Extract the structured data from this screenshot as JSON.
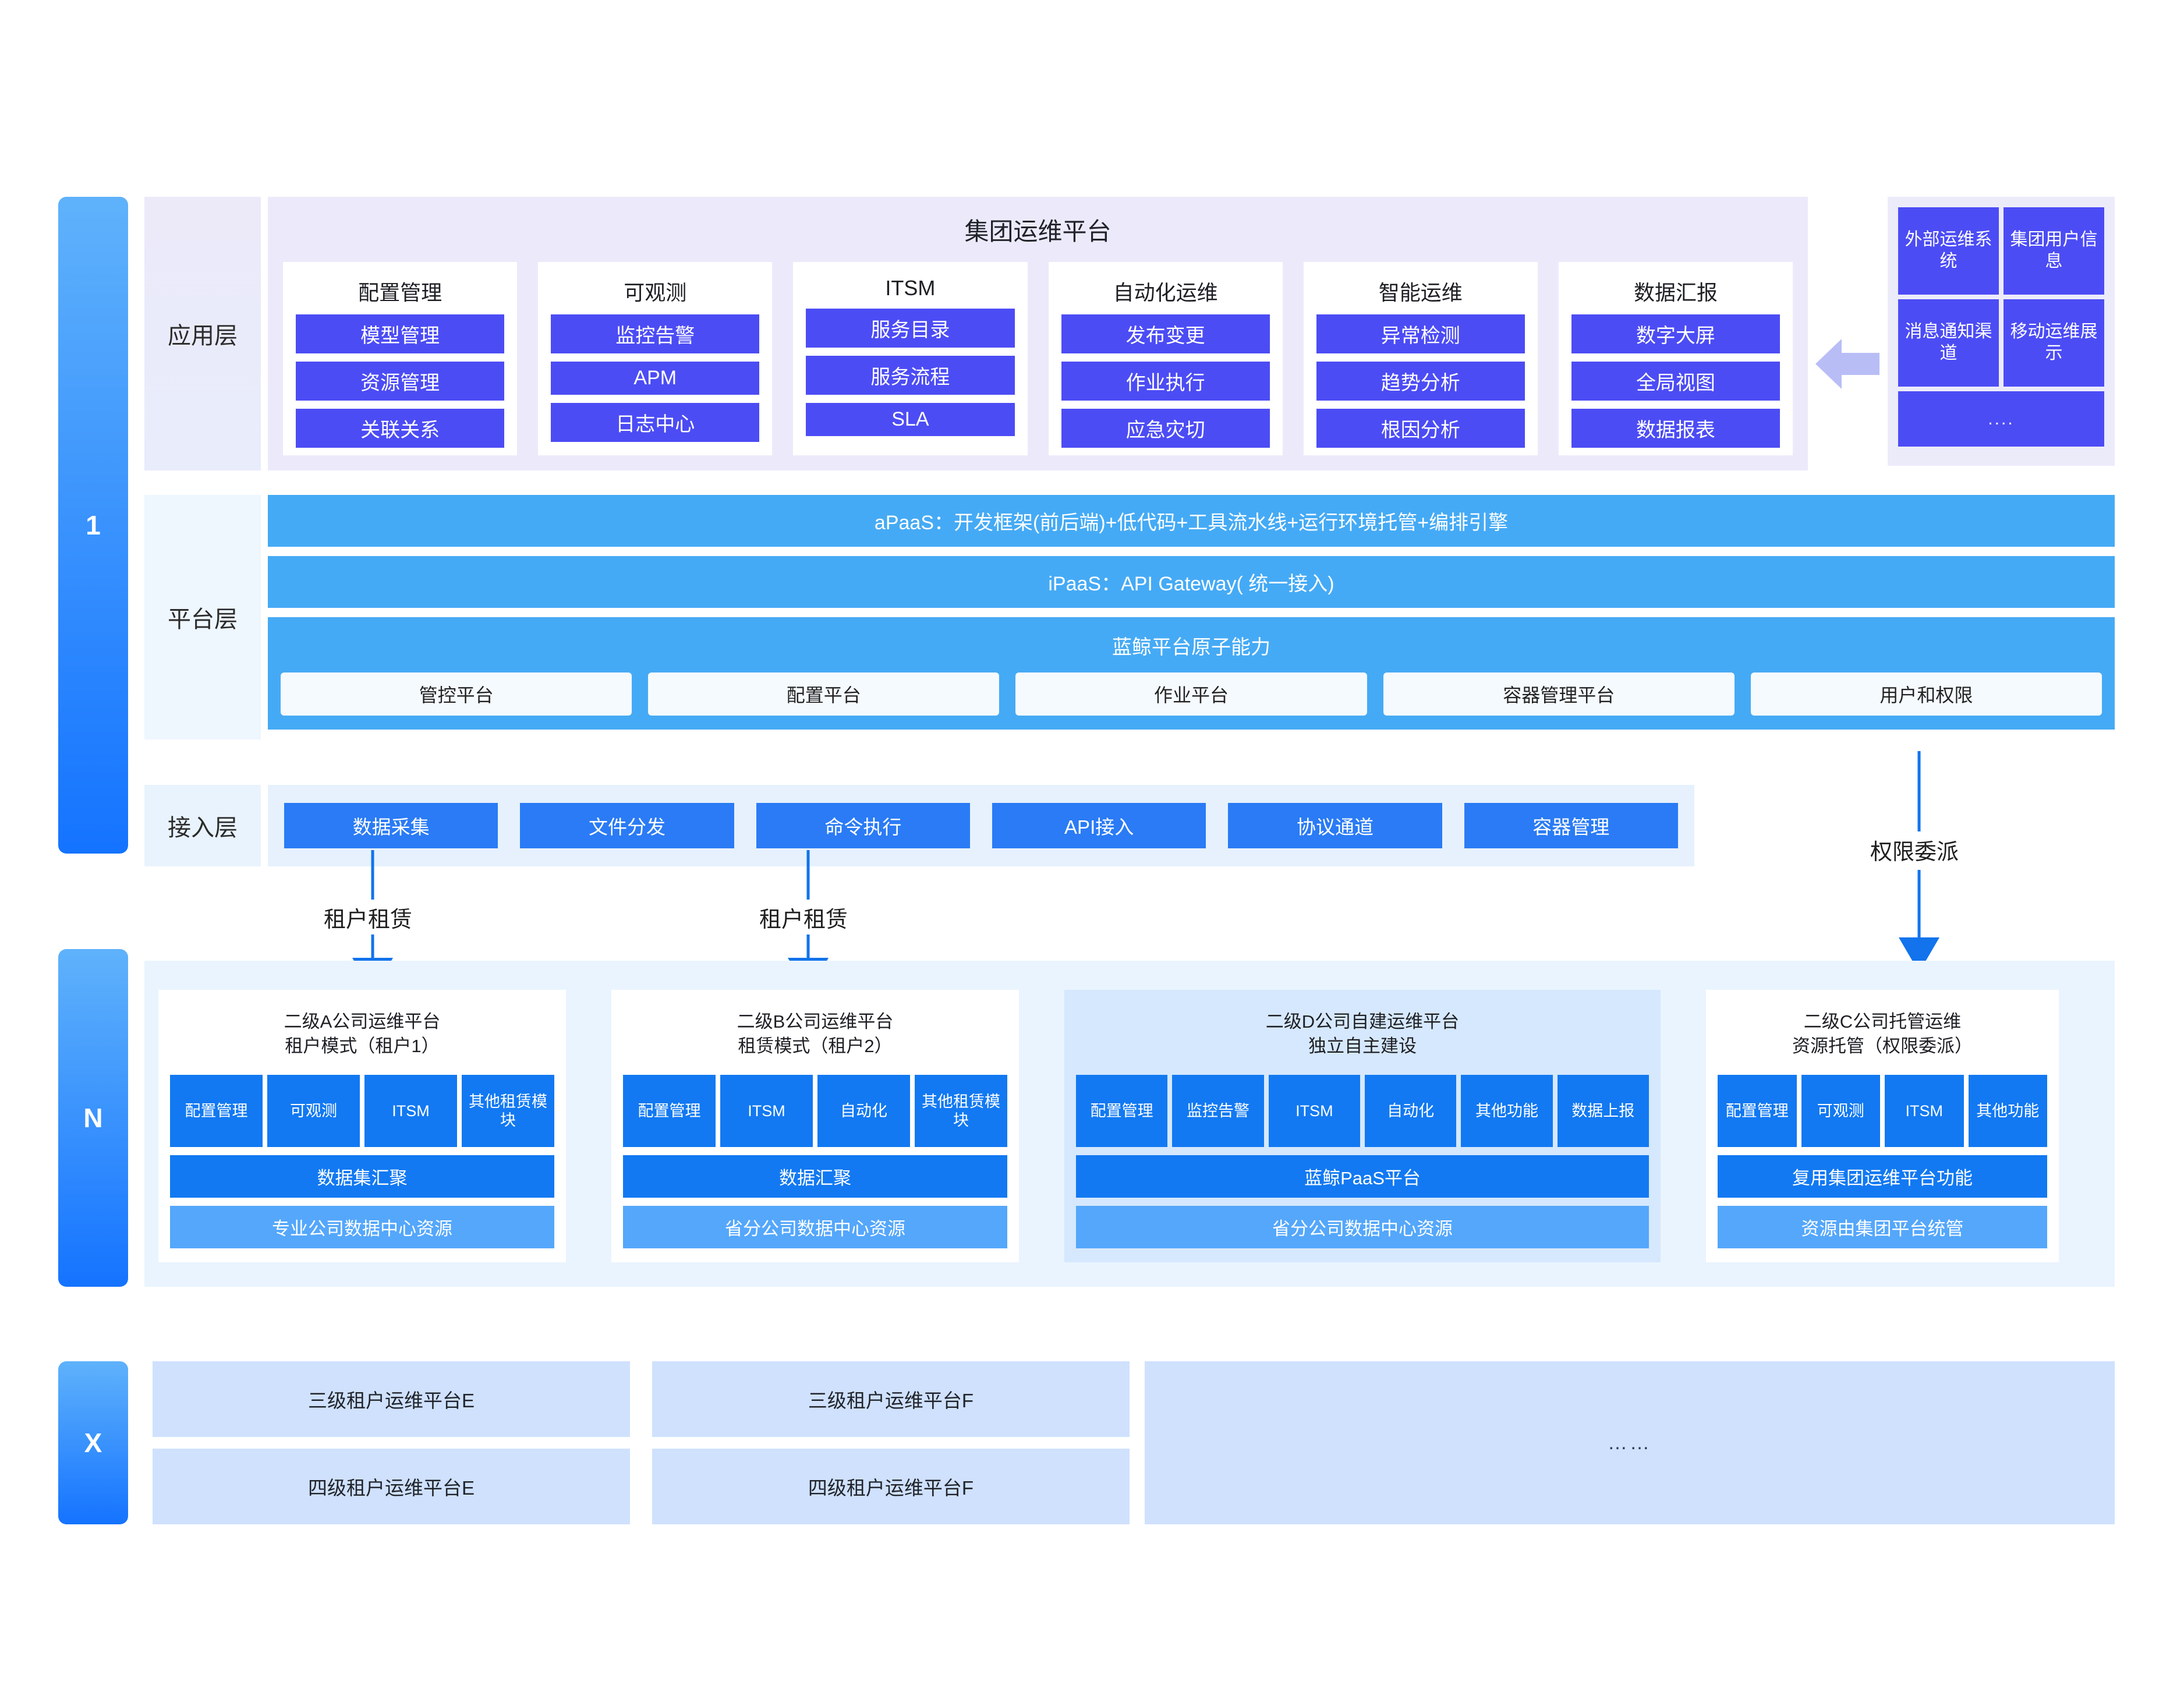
{
  "rails": {
    "level1": "1",
    "levelN": "N",
    "levelX": "X"
  },
  "layers": {
    "application": "应用层",
    "platform": "平台层",
    "access": "接入层"
  },
  "application": {
    "title": "集团运维平台",
    "cards": [
      {
        "title": "配置管理",
        "items": [
          "模型管理",
          "资源管理",
          "关联关系"
        ]
      },
      {
        "title": "可观测",
        "items": [
          "监控告警",
          "APM",
          "日志中心"
        ]
      },
      {
        "title": "ITSM",
        "items": [
          "服务目录",
          "服务流程",
          "SLA"
        ]
      },
      {
        "title": "自动化运维",
        "items": [
          "发布变更",
          "作业执行",
          "应急灾切"
        ]
      },
      {
        "title": "智能运维",
        "items": [
          "异常检测",
          "趋势分析",
          "根因分析"
        ]
      },
      {
        "title": "数据汇报",
        "items": [
          "数字大屏",
          "全局视图",
          "数据报表"
        ]
      }
    ]
  },
  "external": {
    "boxes": [
      "外部运维系统",
      "集团用户信息",
      "消息通知渠道",
      "移动运维展示"
    ],
    "more": "...."
  },
  "platform": {
    "apaas": "aPaaS：开发框架(前后端)+低代码+工具流水线+运行环境托管+编排引擎",
    "ipaas": "iPaaS：API Gateway( 统一接入)",
    "atomic_title": "蓝鲸平台原子能力",
    "atomic_items": [
      "管控平台",
      "配置平台",
      "作业平台",
      "容器管理平台",
      "用户和权限"
    ]
  },
  "access": {
    "items": [
      "数据采集",
      "文件分发",
      "命令执行",
      "API接入",
      "协议通道",
      "容器管理"
    ]
  },
  "connectors": {
    "tenant_lease_1": "租户租赁",
    "tenant_lease_2": "租户租赁",
    "permission_delegation": "权限委派"
  },
  "tenants": [
    {
      "title": "二级A公司运维平台\n租户模式（租户1）",
      "highlight": false,
      "modules": [
        "配置管理",
        "可观测",
        "ITSM",
        "其他租赁模块"
      ],
      "bar": "数据集汇聚",
      "resource": "专业公司数据中心资源"
    },
    {
      "title": "二级B公司运维平台\n租赁模式（租户2）",
      "highlight": false,
      "modules": [
        "配置管理",
        "ITSM",
        "自动化",
        "其他租赁模块"
      ],
      "bar": "数据汇聚",
      "resource": "省分公司数据中心资源"
    },
    {
      "title": "二级D公司自建运维平台\n独立自主建设",
      "highlight": true,
      "modules": [
        "配置管理",
        "监控告警",
        "ITSM",
        "自动化",
        "其他功能",
        "数据上报"
      ],
      "bar": "蓝鲸PaaS平台",
      "resource": "省分公司数据中心资源"
    },
    {
      "title": "二级C公司托管运维\n资源托管（权限委派）",
      "highlight": false,
      "modules": [
        "配置管理",
        "可观测",
        "ITSM",
        "其他功能"
      ],
      "bar": "复用集团运维平台功能",
      "resource": "资源由集团平台统管"
    }
  ],
  "sub_tenants": {
    "column1": [
      "三级租户运维平台E",
      "四级租户运维平台E"
    ],
    "column2": [
      "三级租户运维平台F",
      "四级租户运维平台F"
    ],
    "more": "……"
  },
  "colors": {
    "accent_blue": "#1279f2",
    "app_purple": "#4c4cf5",
    "platform_blue": "#45aaf5",
    "light_blue": "#54a7fb",
    "band_bg": "#eaf4fe"
  }
}
